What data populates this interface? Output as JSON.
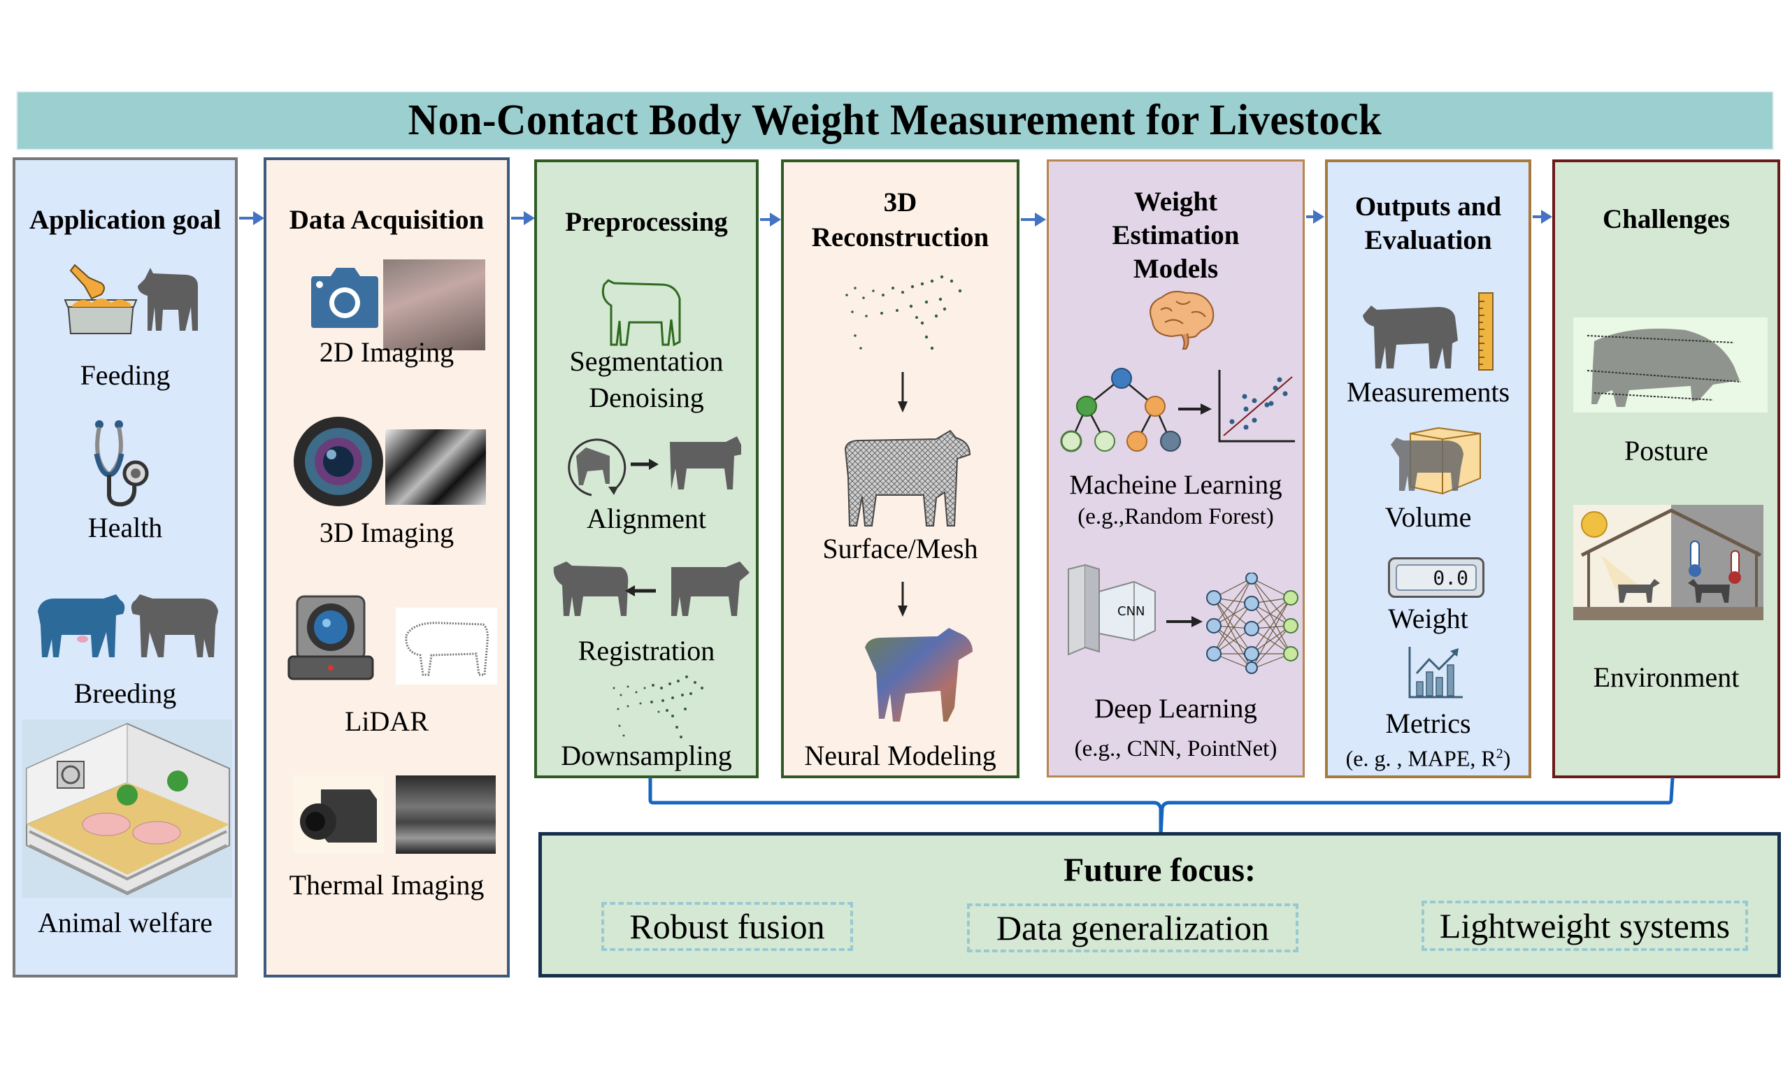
{
  "title": "Non-Contact Body Weight Measurement for Livestock",
  "columns": {
    "application_goal": {
      "heading": "Application goal",
      "items": [
        "Feeding",
        "Health",
        "Breeding",
        "Animal welfare"
      ],
      "icons": [
        "feed-trough-cow-icon",
        "stethoscope-icon",
        "breeding-cows-icon",
        "pig-pen-icon"
      ]
    },
    "data_acquisition": {
      "heading": "Data Acquisition",
      "items": [
        "2D Imaging",
        "3D Imaging",
        "LiDAR",
        "Thermal Imaging"
      ],
      "icons": [
        "camera-icon",
        "camera-lens-icon",
        "lidar-sensor-icon",
        "thermal-camera-icon"
      ]
    },
    "preprocessing": {
      "heading": "Preprocessing",
      "items": [
        "Segmentation",
        "Denoising",
        "Alignment",
        "Registration",
        "Downsampling"
      ],
      "icons": [
        "cow-outline-icon",
        "rotate-align-icon",
        "register-cows-icon",
        "point-cloud-cow-icon"
      ]
    },
    "reconstruction": {
      "heading_line1": "3D",
      "heading_line2": "Reconstruction",
      "items": [
        "Surface/Mesh",
        "Neural Modeling"
      ],
      "icons": [
        "point-cloud-cow-icon",
        "mesh-cow-icon",
        "neural-cow-icon"
      ]
    },
    "weight_models": {
      "heading_line1": "Weight",
      "heading_line2": "Estimation",
      "heading_line3": "Models",
      "ml_label": "Macheine Learning",
      "ml_example": "(e.g.,Random Forest)",
      "dl_label": "Deep Learning",
      "dl_example": "(e.g., CNN, PointNet)",
      "cnn_text": "CNN",
      "icons": [
        "brain-icon",
        "decision-tree-icon",
        "scatter-regression-icon",
        "cnn-block-icon",
        "neural-network-icon"
      ]
    },
    "outputs": {
      "heading_line1": "Outputs and",
      "heading_line2": "Evaluation",
      "items": [
        "Measurements",
        "Volume",
        "Weight",
        "Metrics"
      ],
      "metrics_example_prefix": "(e. g. , MAPE, R",
      "metrics_example_sup": "2",
      "metrics_example_suffix": ")",
      "scale_display": "0.0",
      "icons": [
        "cow-ruler-icon",
        "cow-box-icon",
        "digital-scale-icon",
        "bar-chart-trend-icon"
      ]
    },
    "challenges": {
      "heading": "Challenges",
      "items": [
        "Posture",
        "Environment"
      ],
      "icons": [
        "posture-point-cloud-icon",
        "barn-environment-icon"
      ]
    }
  },
  "future_focus": {
    "heading": "Future focus:",
    "items": [
      "Robust fusion",
      "Data generalization",
      "Lightweight systems"
    ]
  },
  "colors": {
    "title_bg": "#9ccfcf",
    "arrow": "#4472c4",
    "bracket": "#1565c0",
    "blue_panel": "#dae8fc",
    "peach_panel": "#fdf0e6",
    "green_panel": "#d5e8d4",
    "purple_panel": "#e1d5e7",
    "chip_border": "#98c9d1"
  }
}
